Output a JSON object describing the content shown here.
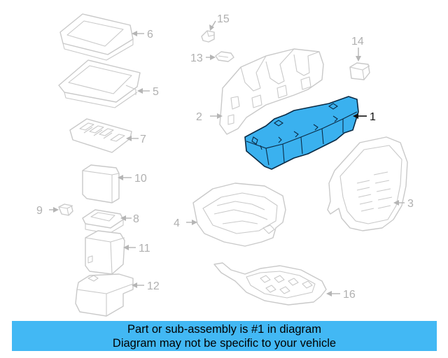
{
  "diagram": {
    "callouts": [
      "1",
      "2",
      "3",
      "4",
      "5",
      "6",
      "7",
      "8",
      "9",
      "10",
      "11",
      "12",
      "13",
      "14",
      "15",
      "16"
    ],
    "highlight_color": "#3ab1ef",
    "highlighted_part": "1"
  },
  "banner": {
    "line1": "Part or sub-assembly is #1 in diagram",
    "line2": "Diagram may not be specific to your vehicle",
    "background": "#42b8f4"
  }
}
